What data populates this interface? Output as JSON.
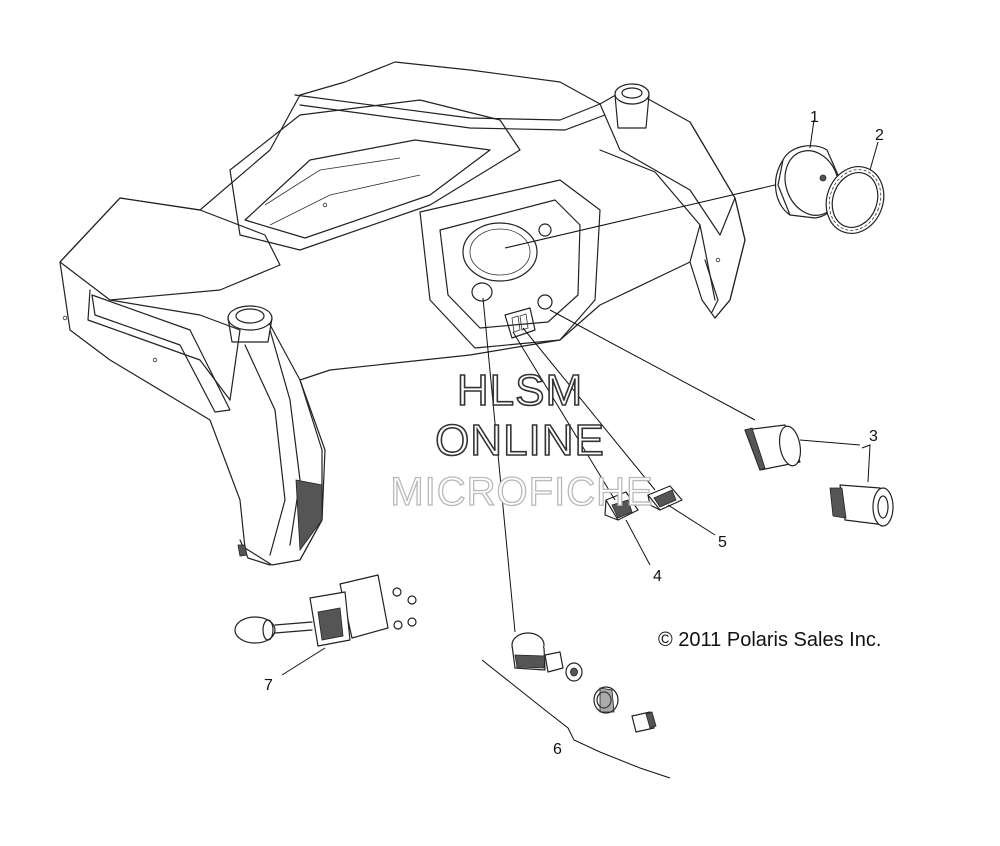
{
  "watermark": {
    "line1": "HLSM",
    "line2": "ONLINE",
    "line3": "MICROFICHE"
  },
  "copyright": "© 2011 Polaris Sales Inc.",
  "callouts": [
    "1",
    "2",
    "3",
    "4",
    "5",
    "6",
    "7"
  ],
  "colors": {
    "line": "#222222",
    "background": "#ffffff",
    "watermark_outline": "#333333",
    "watermark_faint": "#b9b9b9"
  }
}
